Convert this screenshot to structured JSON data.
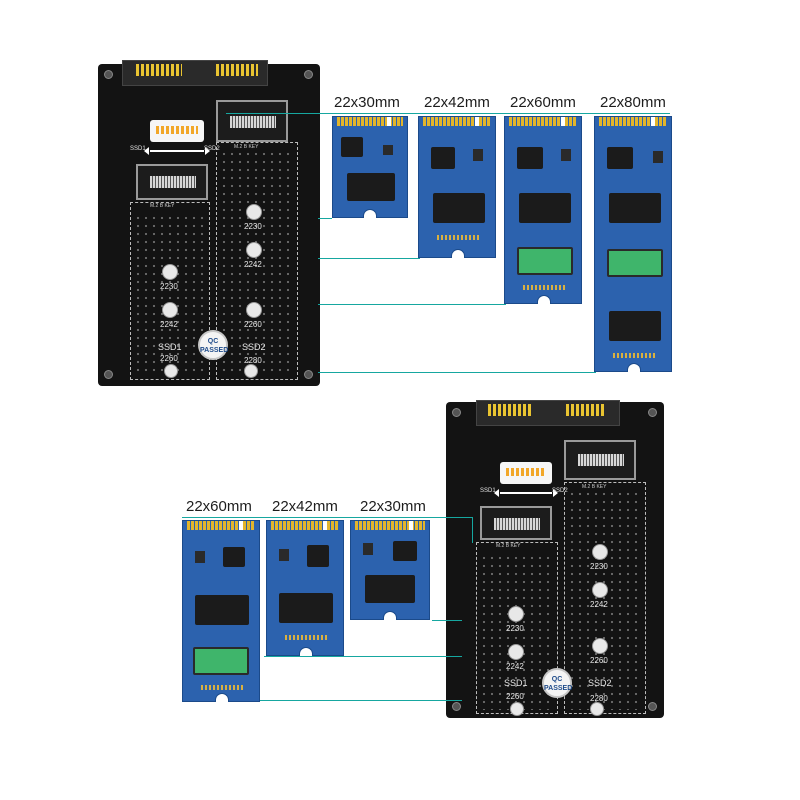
{
  "colors": {
    "guide_line": "#16a7a0",
    "ssd_pcb": "#2c62ae",
    "adapter_pcb": "#131313",
    "gold_pins": "#e2b52c",
    "green_chip": "#3fb56b"
  },
  "top_view": {
    "adapter": {
      "ssd1_label": "SSD1",
      "ssd2_label": "SSD2",
      "slot1_key": "M.2 B KEY",
      "slot2_key": "M.2 B KEY",
      "ssd1_sizes": [
        "2230",
        "2242",
        "2260"
      ],
      "ssd2_sizes": [
        "2230",
        "2242",
        "2260",
        "2280"
      ],
      "jumper_left": "SSD1",
      "jumper_right": "SSD2",
      "qc_badge": "QC PASSED"
    },
    "ssd_sizes": [
      "22x30mm",
      "22x42mm",
      "22x60mm",
      "22x80mm"
    ]
  },
  "bottom_view": {
    "adapter": {
      "ssd1_label": "SSD1",
      "ssd2_label": "SSD2",
      "slot1_key": "M.2 B KEY",
      "slot2_key": "M.2 B KEY",
      "ssd1_sizes": [
        "2230",
        "2242",
        "2260"
      ],
      "ssd2_sizes": [
        "2230",
        "2242",
        "2260",
        "2280"
      ],
      "jumper_left": "SSD1",
      "jumper_right": "SSD2",
      "qc_badge": "QC PASSED"
    },
    "ssd_sizes": [
      "22x60mm",
      "22x42mm",
      "22x30mm"
    ]
  }
}
